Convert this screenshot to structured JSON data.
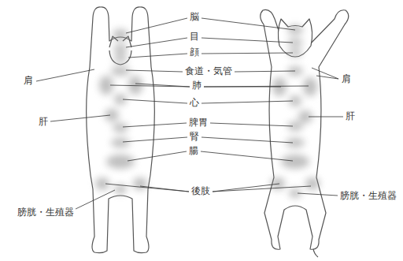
{
  "diagram": {
    "labels": [
      "脳",
      "目",
      "顔",
      "肩",
      "食道・気管",
      "肺",
      "肩",
      "心",
      "肝",
      "肝",
      "脾胃",
      "腎",
      "腸",
      "膀胱・生殖器",
      "後肢",
      "膀胱・生殖器"
    ]
  }
}
